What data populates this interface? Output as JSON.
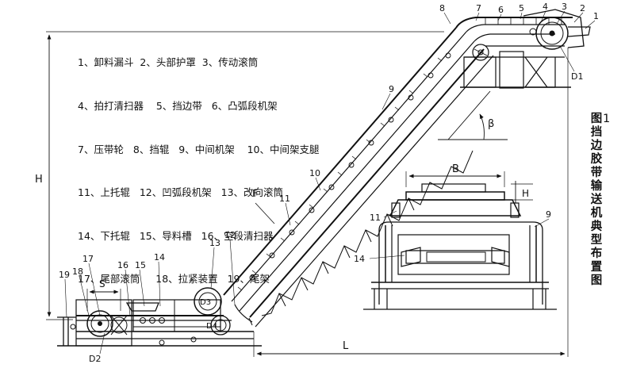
{
  "legend": [
    "1、卸料漏斗  2、头部护罩  3、传动滚筒",
    "4、拍打清扫器    5、挡边带   6、凸弧段机架",
    "7、压带轮   8、挡辊   9、中间机架    10、中间架支腿",
    "11、上托辊   12、凹弧段机架   13、改向滚筒",
    "14、下托辊   15、导料槽   16、空段清扫器",
    "17、尾部滚筒     18、拉紧装置   19、尾架"
  ],
  "figure_title": [
    "图",
    "1",
    "挡",
    "边",
    "胶",
    "带",
    "输",
    "送",
    "机",
    "典",
    "型",
    "布",
    "置",
    "图"
  ],
  "labels": {
    "n1": "1",
    "n2": "2",
    "n3": "3",
    "n4": "4",
    "n5": "5",
    "n6": "6",
    "n7": "7",
    "n8": "8",
    "n9": "9",
    "n9b": "9",
    "n10": "10",
    "n11": "11",
    "n11b": "11",
    "n12": "12",
    "n13": "13",
    "n14": "14",
    "n14b": "14",
    "n15": "15",
    "n16": "16",
    "n17": "17",
    "n18": "18",
    "n19": "19",
    "d1": "D1",
    "d2": "D2",
    "d3": "D3",
    "d4": "D4",
    "H": "H",
    "L": "L",
    "S": "S",
    "F": "F",
    "B": "B",
    "H2": "H",
    "beta": "β"
  }
}
